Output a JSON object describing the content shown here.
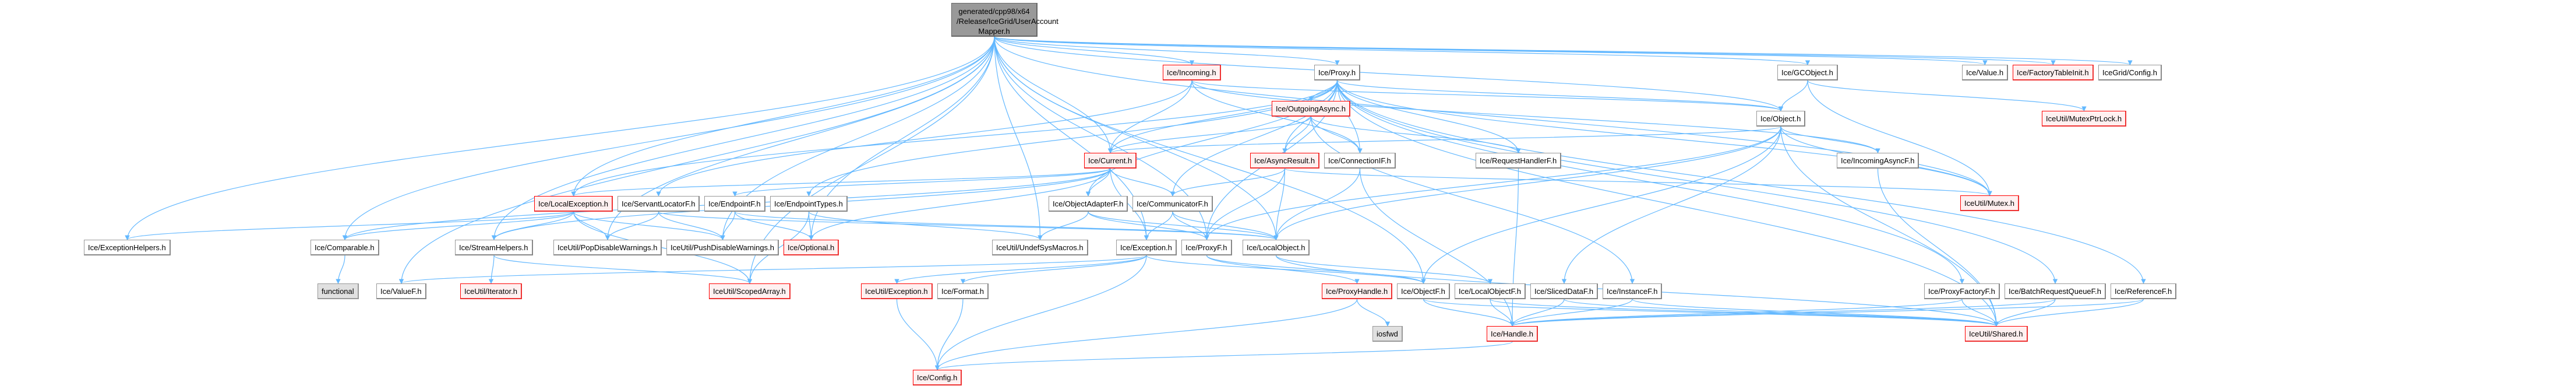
{
  "graph": {
    "edge_color": "#63b8ff",
    "root": {
      "lines": [
        "generated/cpp98/x64",
        "/Release/IceGrid/UserAccount",
        "Mapper.h"
      ]
    },
    "nodes": {
      "incoming": {
        "label": "Ice/Incoming.h",
        "style": "red"
      },
      "proxy": {
        "label": "Ice/Proxy.h",
        "style": "plain"
      },
      "gcobject": {
        "label": "Ice/GCObject.h",
        "style": "plain"
      },
      "value": {
        "label": "Ice/Value.h",
        "style": "plain"
      },
      "factorytableinit": {
        "label": "Ice/FactoryTableInit.h",
        "style": "red"
      },
      "icegridconfig": {
        "label": "IceGrid/Config.h",
        "style": "plain"
      },
      "outgoingasync": {
        "label": "Ice/OutgoingAsync.h",
        "style": "red"
      },
      "object": {
        "label": "Ice/Object.h",
        "style": "plain"
      },
      "mutexptrlock": {
        "label": "IceUtil/MutexPtrLock.h",
        "style": "red"
      },
      "current": {
        "label": "Ice/Current.h",
        "style": "red"
      },
      "asyncresult": {
        "label": "Ice/AsyncResult.h",
        "style": "red"
      },
      "connectionif": {
        "label": "Ice/ConnectionIF.h",
        "style": "plain"
      },
      "requesthandlerf": {
        "label": "Ice/RequestHandlerF.h",
        "style": "plain"
      },
      "incomingasyncf": {
        "label": "Ice/IncomingAsyncF.h",
        "style": "plain"
      },
      "mutex": {
        "label": "IceUtil/Mutex.h",
        "style": "red"
      },
      "localexception": {
        "label": "Ice/LocalException.h",
        "style": "red"
      },
      "servantlocatorf": {
        "label": "Ice/ServantLocatorF.h",
        "style": "plain"
      },
      "endpointf": {
        "label": "Ice/EndpointF.h",
        "style": "plain"
      },
      "endpointtypes": {
        "label": "Ice/EndpointTypes.h",
        "style": "plain"
      },
      "objectadapterf": {
        "label": "Ice/ObjectAdapterF.h",
        "style": "plain"
      },
      "communicatorf": {
        "label": "Ice/CommunicatorF.h",
        "style": "plain"
      },
      "exceptionhelpers": {
        "label": "Ice/ExceptionHelpers.h",
        "style": "plain"
      },
      "comparable": {
        "label": "Ice/Comparable.h",
        "style": "plain"
      },
      "streamhelpers": {
        "label": "Ice/StreamHelpers.h",
        "style": "plain"
      },
      "popdisable": {
        "label": "IceUtil/PopDisableWarnings.h",
        "style": "plain"
      },
      "pushdisable": {
        "label": "IceUtil/PushDisableWarnings.h",
        "style": "plain"
      },
      "optional": {
        "label": "Ice/Optional.h",
        "style": "red"
      },
      "undefsysmacros": {
        "label": "IceUtil/UndefSysMacros.h",
        "style": "plain"
      },
      "exception": {
        "label": "Ice/Exception.h",
        "style": "plain"
      },
      "proxyf": {
        "label": "Ice/ProxyF.h",
        "style": "plain"
      },
      "localobject": {
        "label": "Ice/LocalObject.h",
        "style": "plain"
      },
      "functional": {
        "label": "functional",
        "style": "sys"
      },
      "valuef": {
        "label": "Ice/ValueF.h",
        "style": "plain"
      },
      "iterator": {
        "label": "IceUtil/Iterator.h",
        "style": "red"
      },
      "scopedarray": {
        "label": "IceUtil/ScopedArray.h",
        "style": "red"
      },
      "utilexception": {
        "label": "IceUtil/Exception.h",
        "style": "red"
      },
      "format": {
        "label": "Ice/Format.h",
        "style": "plain"
      },
      "proxyhandle": {
        "label": "Ice/ProxyHandle.h",
        "style": "red"
      },
      "objectf": {
        "label": "Ice/ObjectF.h",
        "style": "plain"
      },
      "localobjectf": {
        "label": "Ice/LocalObjectF.h",
        "style": "plain"
      },
      "sliceddataf": {
        "label": "Ice/SlicedDataF.h",
        "style": "plain"
      },
      "instancef": {
        "label": "Ice/InstanceF.h",
        "style": "plain"
      },
      "proxyfactoryf": {
        "label": "Ice/ProxyFactoryF.h",
        "style": "plain"
      },
      "batchrequestqueuef": {
        "label": "Ice/BatchRequestQueueF.h",
        "style": "plain"
      },
      "referencef": {
        "label": "Ice/ReferenceF.h",
        "style": "plain"
      },
      "iosfwd": {
        "label": "iosfwd",
        "style": "sys"
      },
      "handle": {
        "label": "Ice/Handle.h",
        "style": "red"
      },
      "shared": {
        "label": "IceUtil/Shared.h",
        "style": "red"
      },
      "config": {
        "label": "Ice/Config.h",
        "style": "red"
      }
    },
    "edges": [
      [
        "root",
        "incoming"
      ],
      [
        "root",
        "proxy"
      ],
      [
        "root",
        "gcobject"
      ],
      [
        "root",
        "value"
      ],
      [
        "root",
        "factorytableinit"
      ],
      [
        "root",
        "icegridconfig"
      ],
      [
        "root",
        "object"
      ],
      [
        "root",
        "current"
      ],
      [
        "root",
        "localexception"
      ],
      [
        "root",
        "exceptionhelpers"
      ],
      [
        "root",
        "comparable"
      ],
      [
        "root",
        "streamhelpers"
      ],
      [
        "root",
        "optional"
      ],
      [
        "root",
        "undefsysmacros"
      ],
      [
        "root",
        "pushdisable"
      ],
      [
        "root",
        "popdisable"
      ],
      [
        "root",
        "valuef"
      ],
      [
        "root",
        "scopedarray"
      ],
      [
        "root",
        "proxyf"
      ],
      [
        "root",
        "localobject"
      ],
      [
        "root",
        "objectf"
      ],
      [
        "root",
        "exception"
      ],
      [
        "root",
        "mutex"
      ],
      [
        "incoming",
        "current"
      ],
      [
        "incoming",
        "object"
      ],
      [
        "incoming",
        "connectionif"
      ],
      [
        "incoming",
        "incomingasyncf"
      ],
      [
        "incoming",
        "servantlocatorf"
      ],
      [
        "proxy",
        "outgoingasync"
      ],
      [
        "proxy",
        "asyncresult"
      ],
      [
        "proxy",
        "connectionif"
      ],
      [
        "proxy",
        "requesthandlerf"
      ],
      [
        "proxy",
        "object"
      ],
      [
        "proxy",
        "current"
      ],
      [
        "proxy",
        "mutex"
      ],
      [
        "proxy",
        "proxyfactoryf"
      ],
      [
        "proxy",
        "batchrequestqueuef"
      ],
      [
        "proxy",
        "referencef"
      ],
      [
        "proxy",
        "endpointtypes"
      ],
      [
        "proxy",
        "communicatorf"
      ],
      [
        "proxy",
        "objectadapterf"
      ],
      [
        "proxy",
        "proxyf"
      ],
      [
        "proxy",
        "localexception"
      ],
      [
        "proxy",
        "shared"
      ],
      [
        "gcobject",
        "object"
      ],
      [
        "gcobject",
        "mutexptrlock"
      ],
      [
        "gcobject",
        "mutex"
      ],
      [
        "outgoingasync",
        "asyncresult"
      ],
      [
        "outgoingasync",
        "connectionif"
      ],
      [
        "outgoingasync",
        "requesthandlerf"
      ],
      [
        "outgoingasync",
        "current"
      ],
      [
        "outgoingasync",
        "instancef"
      ],
      [
        "object",
        "current"
      ],
      [
        "object",
        "incomingasyncf"
      ],
      [
        "object",
        "mutex"
      ],
      [
        "object",
        "proxyf"
      ],
      [
        "object",
        "localobject"
      ],
      [
        "object",
        "sliceddataf"
      ],
      [
        "object",
        "objectf"
      ],
      [
        "object",
        "shared"
      ],
      [
        "current",
        "objectadapterf"
      ],
      [
        "current",
        "communicatorf"
      ],
      [
        "current",
        "endpointf"
      ],
      [
        "current",
        "localexception"
      ],
      [
        "current",
        "exception"
      ],
      [
        "current",
        "optional"
      ],
      [
        "current",
        "streamhelpers"
      ],
      [
        "current",
        "comparable"
      ],
      [
        "asyncresult",
        "communicatorf"
      ],
      [
        "asyncresult",
        "localobject"
      ],
      [
        "asyncresult",
        "mutex"
      ],
      [
        "asyncresult",
        "proxyf"
      ],
      [
        "connectionif",
        "localobject"
      ],
      [
        "connectionif",
        "handle"
      ],
      [
        "requesthandlerf",
        "handle"
      ],
      [
        "incomingasyncf",
        "shared"
      ],
      [
        "localexception",
        "exceptionhelpers"
      ],
      [
        "localexception",
        "comparable"
      ],
      [
        "localexception",
        "streamhelpers"
      ],
      [
        "localexception",
        "popdisable"
      ],
      [
        "localexception",
        "pushdisable"
      ],
      [
        "localexception",
        "scopedarray"
      ],
      [
        "servantlocatorf",
        "localobject"
      ],
      [
        "servantlocatorf",
        "pushdisable"
      ],
      [
        "servantlocatorf",
        "popdisable"
      ],
      [
        "endpointf",
        "optional"
      ],
      [
        "endpointf",
        "localobject"
      ],
      [
        "endpointf",
        "pushdisable"
      ],
      [
        "endpointtypes",
        "optional"
      ],
      [
        "endpointtypes",
        "undefsysmacros"
      ],
      [
        "endpointtypes",
        "scopedarray"
      ],
      [
        "objectadapterf",
        "localobject"
      ],
      [
        "objectadapterf",
        "proxyf"
      ],
      [
        "objectadapterf",
        "undefsysmacros"
      ],
      [
        "communicatorf",
        "localobject"
      ],
      [
        "communicatorf",
        "exception"
      ],
      [
        "communicatorf",
        "proxyf"
      ],
      [
        "comparable",
        "functional"
      ],
      [
        "streamhelpers",
        "iterator"
      ],
      [
        "streamhelpers",
        "scopedarray"
      ],
      [
        "exception",
        "utilexception"
      ],
      [
        "exception",
        "format"
      ],
      [
        "exception",
        "config"
      ],
      [
        "exception",
        "objectf"
      ],
      [
        "exception",
        "valuef"
      ],
      [
        "proxyf",
        "proxyhandle"
      ],
      [
        "proxyf",
        "objectf"
      ],
      [
        "localobject",
        "localobjectf"
      ],
      [
        "localobject",
        "shared"
      ],
      [
        "proxyhandle",
        "iosfwd"
      ],
      [
        "proxyhandle",
        "config"
      ],
      [
        "objectf",
        "handle"
      ],
      [
        "objectf",
        "shared"
      ],
      [
        "localobjectf",
        "handle"
      ],
      [
        "localobjectf",
        "shared"
      ],
      [
        "sliceddataf",
        "handle"
      ],
      [
        "sliceddataf",
        "shared"
      ],
      [
        "instancef",
        "handle"
      ],
      [
        "instancef",
        "shared"
      ],
      [
        "proxyfactoryf",
        "handle"
      ],
      [
        "proxyfactoryf",
        "shared"
      ],
      [
        "batchrequestqueuef",
        "handle"
      ],
      [
        "batchrequestqueuef",
        "shared"
      ],
      [
        "referencef",
        "handle"
      ],
      [
        "referencef",
        "shared"
      ],
      [
        "format",
        "config"
      ],
      [
        "handle",
        "config"
      ],
      [
        "utilexception",
        "config"
      ]
    ]
  }
}
